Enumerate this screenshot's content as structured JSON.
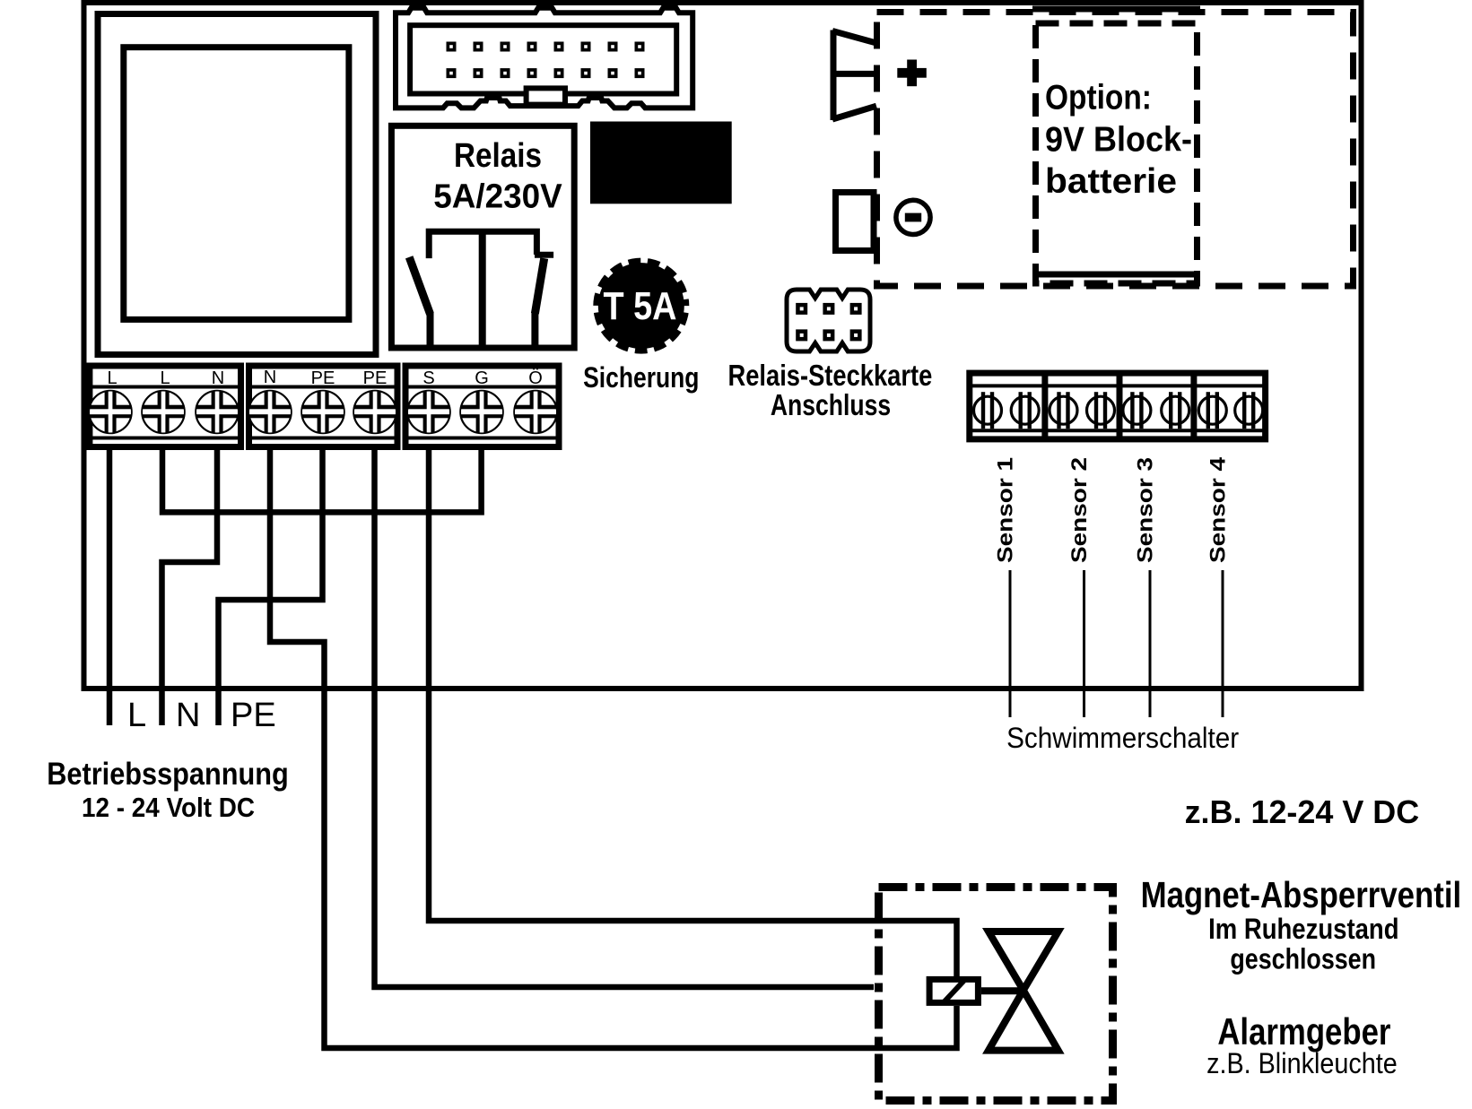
{
  "colors": {
    "ink": "#000000",
    "background": "#ffffff"
  },
  "relay": {
    "title": "Relais",
    "rating": "5A/230V"
  },
  "fuse": {
    "marking": "T 5A",
    "label": "Sicherung"
  },
  "relay_card": {
    "line1": "Relais-Steckkarte",
    "line2": "Anschluss"
  },
  "battery": {
    "line1": "Option:",
    "line2": "9V Block-",
    "line3": "batterie"
  },
  "icons": {
    "battery_positive": "plus-icon",
    "battery_negative": "minus-circle-icon",
    "buzzer": "buzzer-icon",
    "screw_cross": "screw-cross-icon",
    "screw_slot": "screw-slot-icon"
  },
  "power_blocks": [
    {
      "labels": [
        "L",
        "L",
        "N"
      ]
    },
    {
      "labels": [
        "N",
        "PE",
        "PE"
      ]
    },
    {
      "labels": [
        "S",
        "G",
        "Ö"
      ]
    }
  ],
  "supply": {
    "l": "L",
    "n": "N",
    "pe": "PE",
    "title": "Betriebsspannung",
    "subtitle": "12 - 24 Volt DC"
  },
  "sensors": {
    "labels": [
      "Sensor 1",
      "Sensor 2",
      "Sensor 3",
      "Sensor 4"
    ],
    "caption": "Schwimmerschalter"
  },
  "valve": {
    "supply": "z.B. 12-24 V DC",
    "title": "Magnet-Absperrventil",
    "line2": "Im Ruhezustand",
    "line3": "geschlossen"
  },
  "alarm": {
    "title": "Alarmgeber",
    "subtitle": "z.B. Blinkleuchte"
  }
}
